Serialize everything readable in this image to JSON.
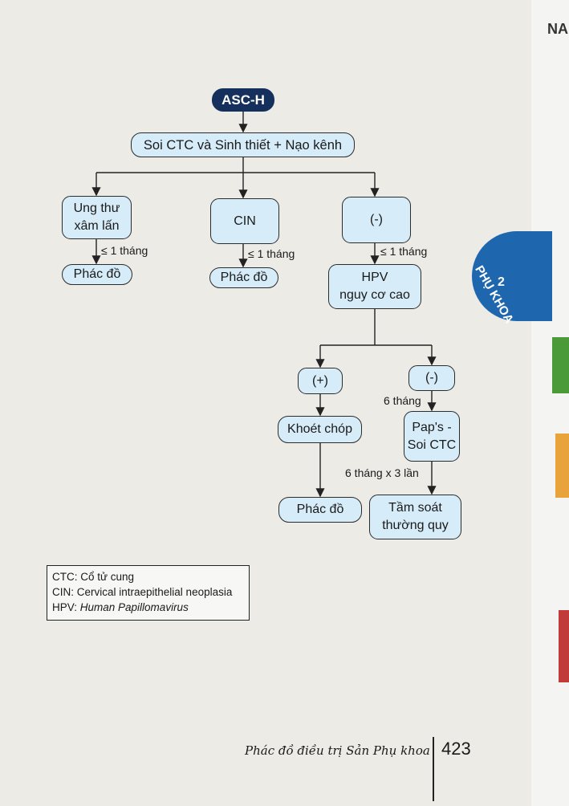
{
  "nodes": {
    "asch": "ASC-H",
    "soi": "Soi CTC và Sinh thiết + Nạo kênh",
    "ung_thu": "Ung thư\nxâm lấn",
    "cin": "CIN",
    "neg1": "(-)",
    "phac_do1": "Phác đồ",
    "phac_do2": "Phác đồ",
    "hpv": "HPV\nnguy cơ cao",
    "pos": "(+)",
    "neg2": "(-)",
    "khoet_chop": "Khoét chóp",
    "paps": "Pap's -\nSoi CTC",
    "phac_do3": "Phác đồ",
    "tam_soat": "Tầm soát\nthường quy"
  },
  "edge_labels": {
    "ut_time": "≤ 1 tháng",
    "cin_time": "≤ 1 tháng",
    "neg_time": "≤ 1 tháng",
    "six_months": "6 tháng",
    "six_x3": "6 tháng x 3 lần"
  },
  "legend": {
    "ctc": "CTC: Cổ tử cung",
    "cin": "CIN: Cervical intraepithelial neoplasia",
    "hpv_prefix": "HPV: ",
    "hpv_name": "Human Papillomavirus"
  },
  "side_tab": {
    "text": "PHỤ KHOA",
    "number": "2"
  },
  "footer": {
    "title": "Phác đồ điều trị Sản Phụ khoa",
    "page": "423"
  },
  "corner_text": "NA"
}
